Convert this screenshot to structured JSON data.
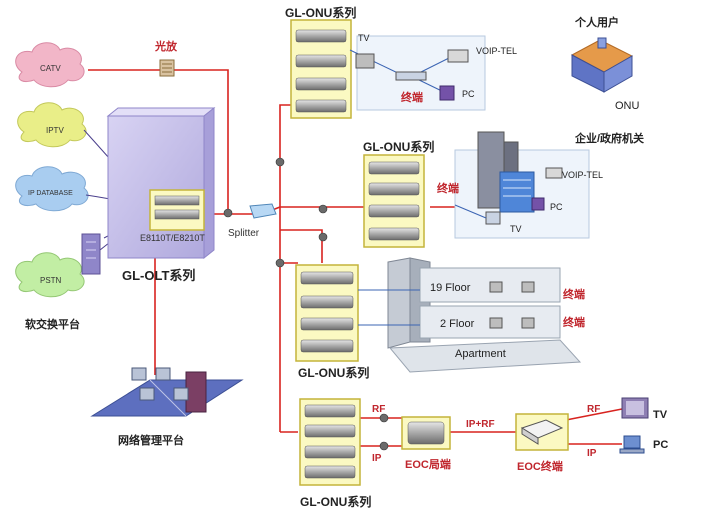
{
  "sources": [
    {
      "label": "CATV",
      "color": "#f2b6c8"
    },
    {
      "label": "IPTV",
      "color": "#e9ee88"
    },
    {
      "label": "IP DATABASE",
      "color": "#a9cdf0"
    },
    {
      "label": "PSTN",
      "color": "#c2eea4"
    }
  ],
  "amplifier": {
    "label": "光放"
  },
  "olt": {
    "device_label": "E8110T/E8210T",
    "series_label": "GL-OLT系列"
  },
  "softswitch": {
    "label": "软交换平台"
  },
  "nms": {
    "label": "网络管理平台"
  },
  "splitter": {
    "label": "Splitter"
  },
  "onu_top": {
    "title": "GL-ONU系列",
    "tv": "TV",
    "voip": "VOIP-TEL",
    "terminal": "终端",
    "pc": "PC"
  },
  "home": {
    "title": "个人用户",
    "onu": "ONU"
  },
  "enterprise": {
    "title": "企业/政府机关",
    "onu_series": "GL-ONU系列",
    "terminal": "终端",
    "voip": "VOIP-TEL",
    "pc": "PC",
    "tv": "TV"
  },
  "apartment": {
    "floor_high": "19 Floor",
    "floor_low": "2 Floor",
    "terminal_1": "终端",
    "terminal_2": "终端",
    "name": "Apartment",
    "onu_series": "GL-ONU系列"
  },
  "eoc": {
    "rf_left": "RF",
    "ip_left": "IP",
    "local_label": "EOC局端",
    "link_label": "IP+RF",
    "terminal_label": "EOC终端",
    "rf_right": "RF",
    "ip_right": "IP",
    "tv": "TV",
    "pc": "PC",
    "onu_series": "GL-ONU系列"
  },
  "colors": {
    "fiber": "#d8231f",
    "label_red": "#c0262d",
    "olt_body": "#c9c5ec",
    "device": "#9a9a9a"
  }
}
